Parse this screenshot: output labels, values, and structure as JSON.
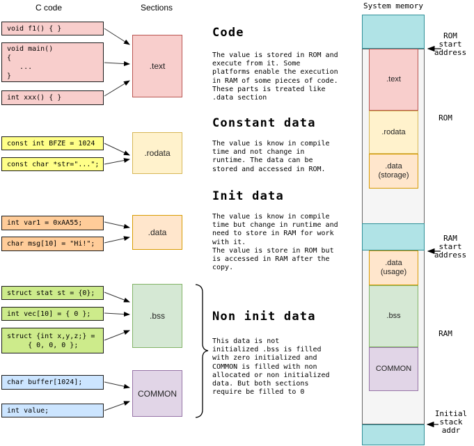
{
  "headers": {
    "c_code": "C code",
    "sections": "Sections"
  },
  "code_boxes": [
    {
      "text": "void f1() { }"
    },
    {
      "text": "void main()\n{\n   ...\n}"
    },
    {
      "text": "int xxx() { }"
    },
    {
      "text": "const int BFZE = 1024"
    },
    {
      "text": "const char *str=\"...\";"
    },
    {
      "text": "int var1 = 0xAA55;"
    },
    {
      "text": "char msg[10] = \"Hi!\";"
    },
    {
      "text": "struct stat st = {0};"
    },
    {
      "text": "int vec[10] = { 0 };"
    },
    {
      "text": "struct {int x,y,z;} =\n     { 0, 0, 0 };"
    },
    {
      "text": "char buffer[1024];"
    },
    {
      "text": "int value;"
    }
  ],
  "section_boxes": [
    {
      "label": ".text"
    },
    {
      "label": ".rodata"
    },
    {
      "label": ".data"
    },
    {
      "label": ".bss"
    },
    {
      "label": "COMMON"
    }
  ],
  "explanations": [
    {
      "title": "Code",
      "body": "The value is stored in ROM and\nexecute from it. Some\nplatforms enable the execution\nin RAM of some pieces of code.\nThese parts is treated like\n.data section"
    },
    {
      "title": "Constant data",
      "body": "The value is know in compile\ntime and not change in\nruntime. The data can be\nstored and accessed in ROM."
    },
    {
      "title": "Init data",
      "body": "The value is know in compile\ntime but change in runtime and\nneed to store in RAM for work\nwith it.\nThe value is store in ROM but\nis accessed in RAM after the\ncopy."
    },
    {
      "title": "Non init data",
      "body": "This data is not\ninitialized .bss is filled\nwith zero initialized and\nCOMMON is filled with non\nallocated or non initialized\ndata. But both sections\nrequire be filled to 0"
    }
  ],
  "memory": {
    "title": "System memory",
    "blocks": [
      {
        "label": ".text"
      },
      {
        "label": ".rodata"
      },
      {
        "label": ".data\n(storage)"
      },
      {
        "label": ".data\n(usage)"
      },
      {
        "label": ".bss"
      },
      {
        "label": "COMMON"
      }
    ],
    "annotations": {
      "rom_start": "ROM\nstart\naddress",
      "rom": "ROM",
      "ram_start": "RAM\nstart\naddress",
      "ram": "RAM",
      "initial_stack": "Initial\nstack\naddr"
    }
  },
  "colors": {
    "code_pink": "#f8cecc",
    "pink_border": "#b85450",
    "code_yellow": "#ffff88",
    "code_orange": "#ffcc99",
    "orange_border": "#d79b00",
    "code_lime": "#cdeb8b",
    "code_blue": "#cce5ff",
    "section_rodata": "#fff2cc",
    "rodata_border": "#d6b656",
    "section_bss": "#d5e8d4",
    "bss_border": "#82b366",
    "section_common": "#e1d5e7",
    "common_border": "#9673a6",
    "memory_teal": "#b0e3e6",
    "memory_background": "#f5f5f5"
  }
}
